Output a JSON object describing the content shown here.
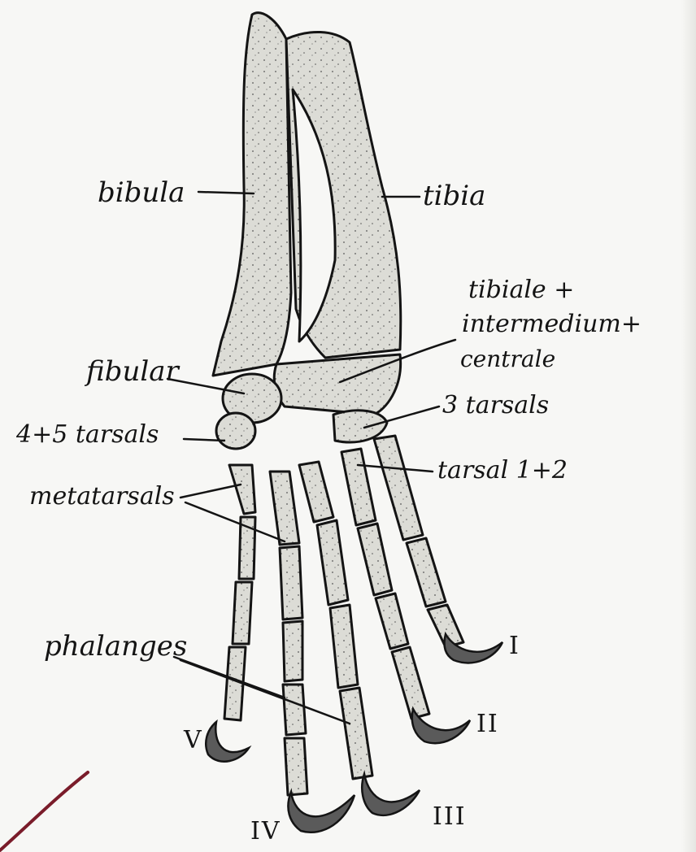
{
  "labels": {
    "fibula": "bibula",
    "tibia": "tibia",
    "tibiale_line1": "tibiale +",
    "tibiale_line2": "intermedium+",
    "tibiale_line3": "centrale",
    "fibular": "fibular",
    "three_tarsals": "3 tarsals",
    "four_five_tarsals": "4+5 tarsals",
    "metatarsals": "metatarsals",
    "tarsal_1_2": "tarsal 1+2",
    "phalanges": "phalanges"
  },
  "digits": {
    "d1": "I",
    "d2": "II",
    "d3": "III",
    "d4": "IV",
    "d5": "V"
  },
  "colors": {
    "ink": "#141414",
    "bone_fill": "#dcdcd6",
    "claw": "#5a5a5a",
    "margin_stroke": "#7a1c2a",
    "paper": "#f7f7f5"
  }
}
